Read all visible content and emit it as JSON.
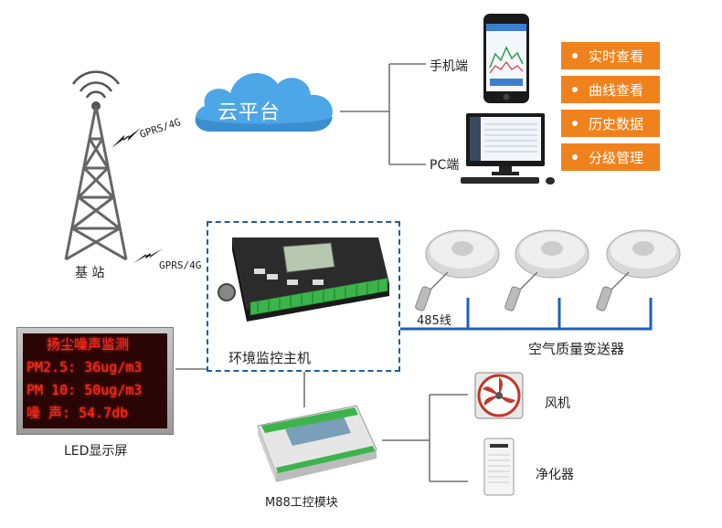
{
  "cloud": {
    "label": "云平台"
  },
  "devices": {
    "phone_label": "手机端",
    "pc_label": "PC端"
  },
  "features": [
    "实时查看",
    "曲线查看",
    "历史数据",
    "分级管理"
  ],
  "tower": {
    "label": "基 站",
    "link_upper": "GPRS/4G",
    "link_lower": "GPRS/4G"
  },
  "controller": {
    "label": "环境监控主机"
  },
  "sensors": {
    "bus_label": "485线",
    "label": "空气质量变送器"
  },
  "led": {
    "label": "LED显示屏",
    "lines": [
      "扬尘噪声监测",
      "PM2.5: 36ug/m3",
      "PM 10: 50ug/m3",
      "噪 声: 54.7db"
    ]
  },
  "module": {
    "label": "M88工控模块"
  },
  "outputs": {
    "fan_label": "风机",
    "purifier_label": "净化器"
  },
  "colors": {
    "feature_bg": "#f0821e",
    "cloud": "#4da6e6",
    "frame": "#1f5f9b",
    "bus": "#1f5fbf"
  }
}
